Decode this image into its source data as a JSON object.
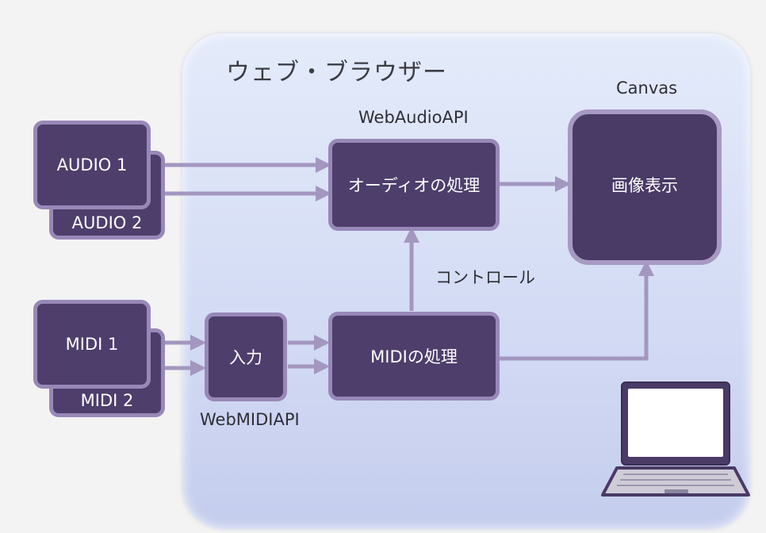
{
  "diagram": {
    "browser_title": "ウェブ・ブラウザー",
    "labels": {
      "web_audio_api": "WebAudioAPI",
      "web_midi_api": "WebMIDIAPI",
      "canvas": "Canvas",
      "control": "コントロール"
    },
    "sources": {
      "audio1": "AUDIO 1",
      "audio2": "AUDIO 2",
      "midi1": "MIDI 1",
      "midi2": "MIDI 2"
    },
    "nodes": {
      "audio_processing": "オーディオの処理",
      "midi_input": "入力",
      "midi_processing": "MIDIの処理",
      "image_display": "画像表示"
    },
    "colors": {
      "box_fill": "#4e3e6c",
      "box_border": "#9888b8",
      "arrow": "#a397c0",
      "browser_bg": "#d8dff6"
    },
    "icons": {
      "device": "laptop-icon"
    }
  }
}
